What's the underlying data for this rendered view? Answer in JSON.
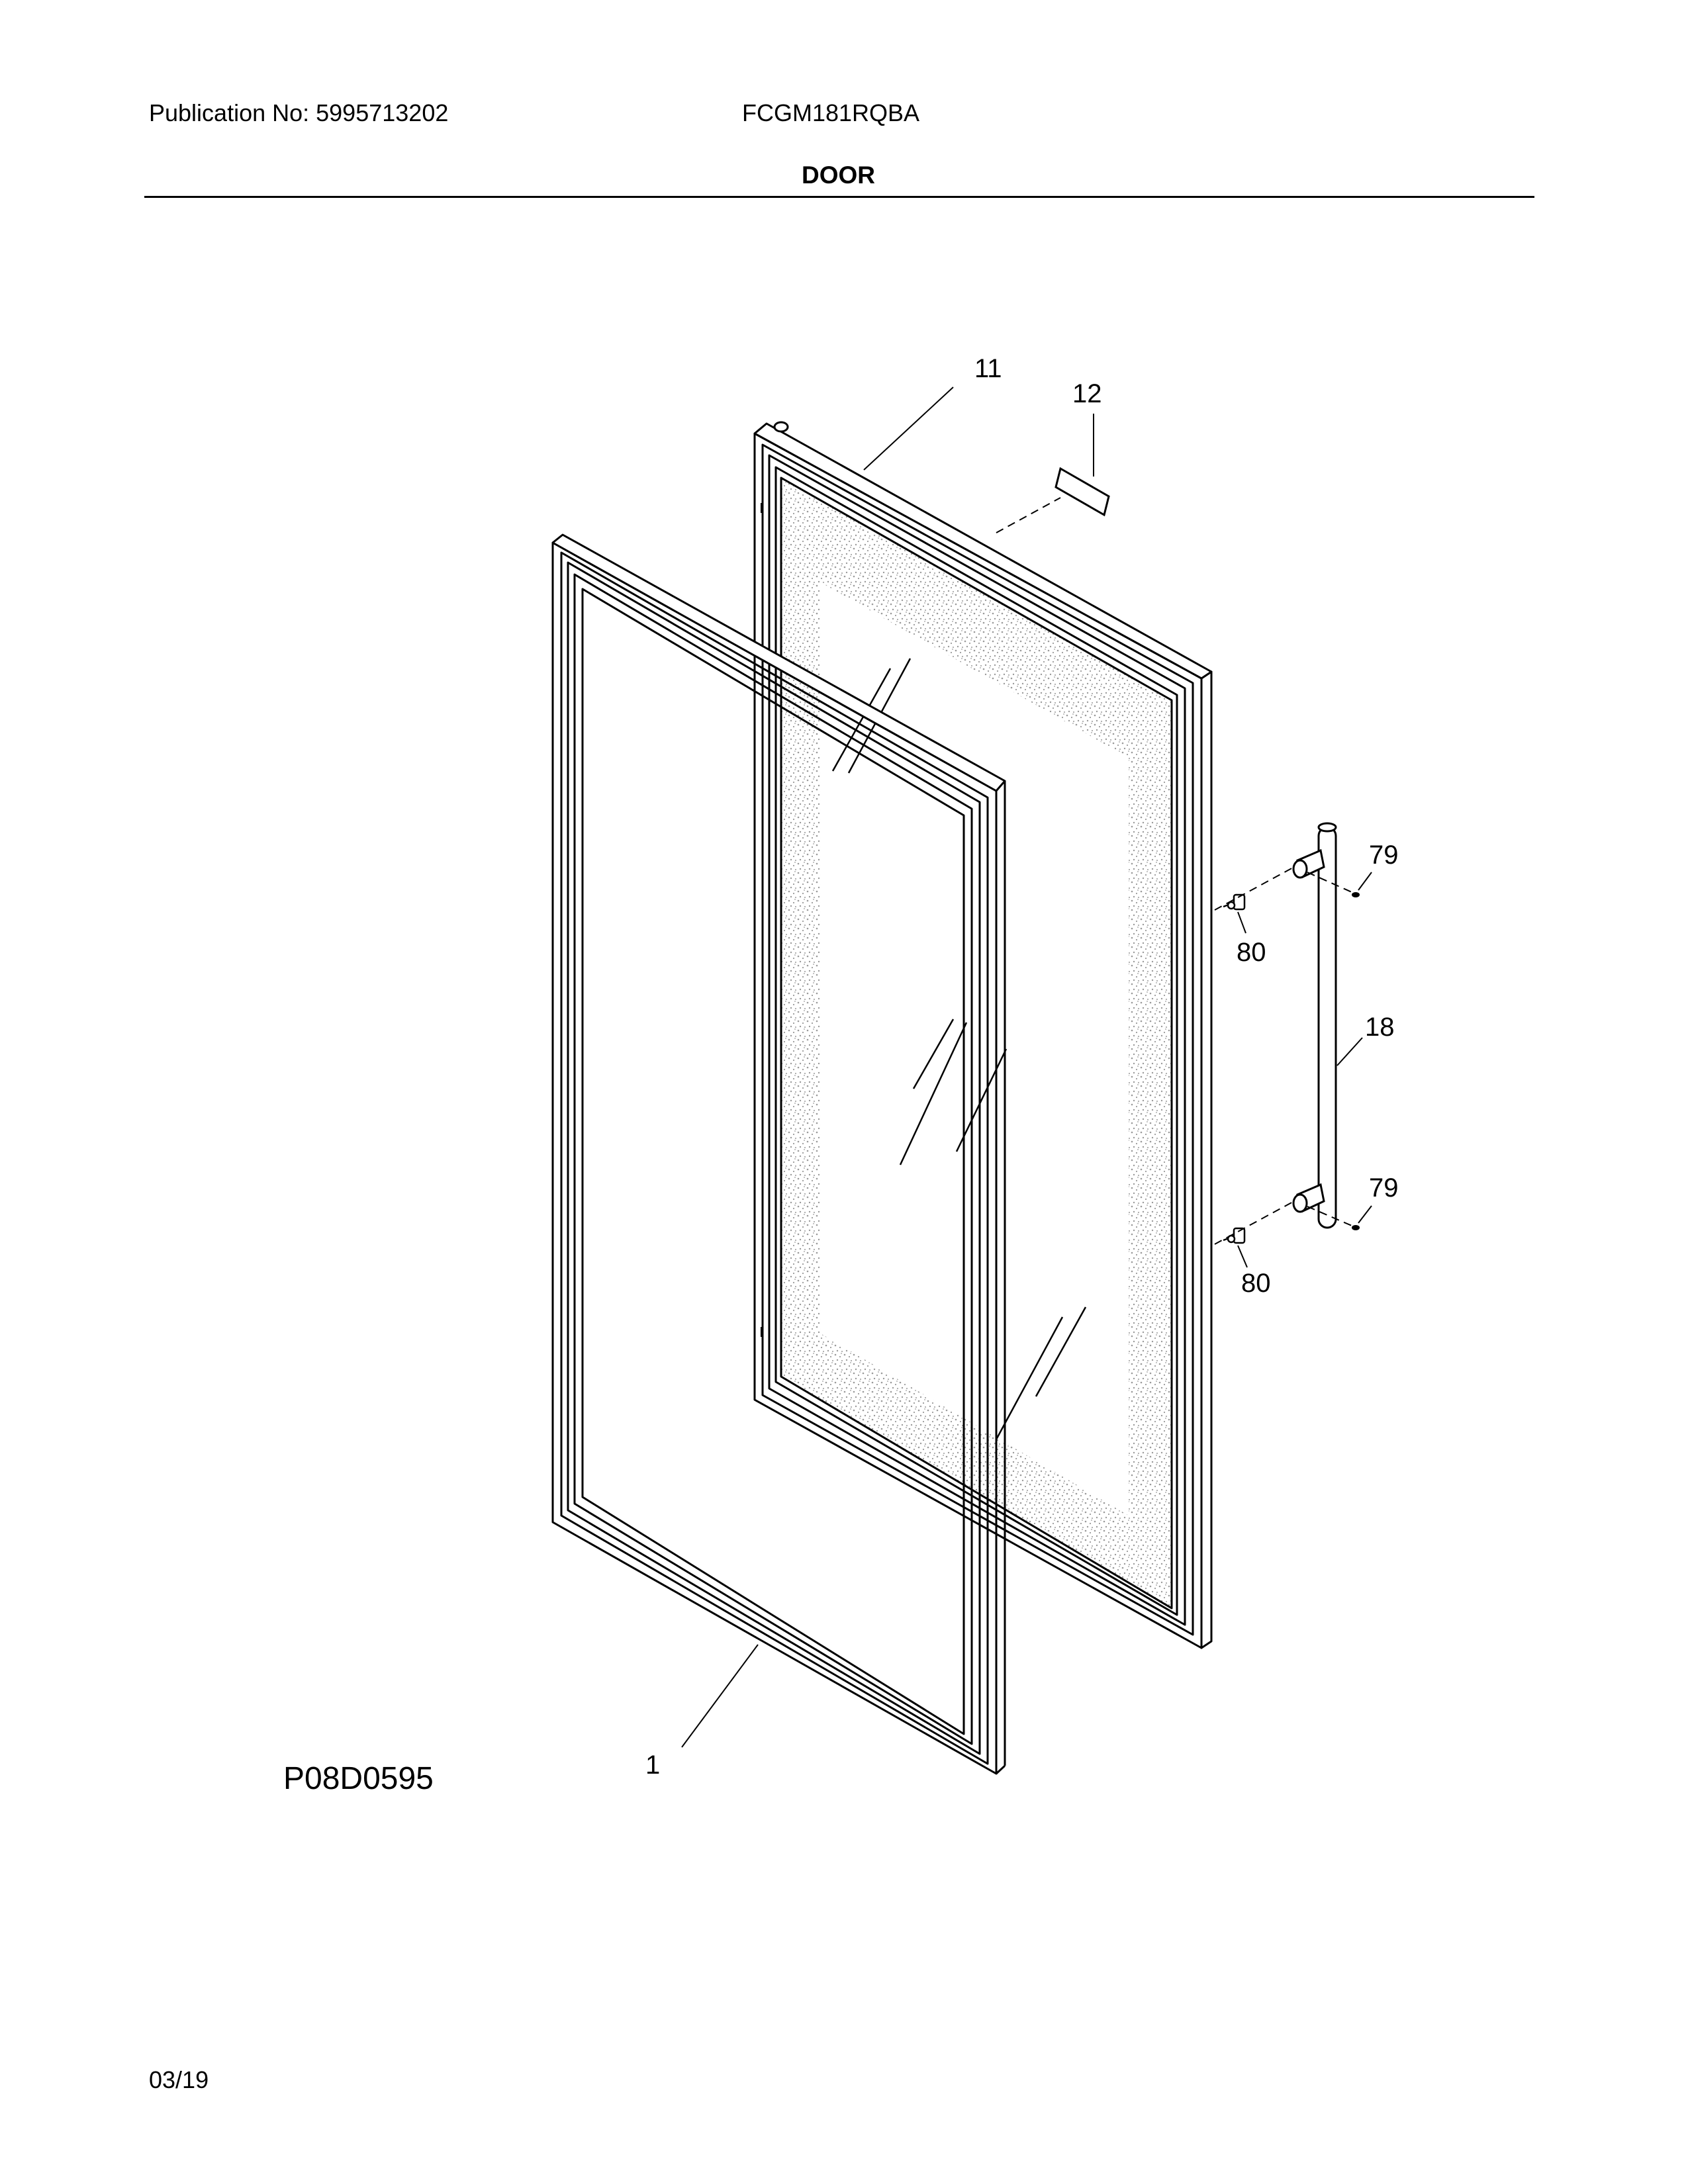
{
  "header": {
    "publication": "Publication No: 5995713202",
    "model": "FCGM181RQBA",
    "title": "DOOR"
  },
  "diagram": {
    "code": "P08D0595",
    "parts": [
      {
        "label": "11",
        "part": "door"
      },
      {
        "label": "12",
        "part": "label"
      },
      {
        "label": "1",
        "part": "gasket"
      },
      {
        "label": "18",
        "part": "handle"
      },
      {
        "label": "79",
        "part": "plug-upper"
      },
      {
        "label": "79",
        "part": "plug-lower"
      },
      {
        "label": "80",
        "part": "screw-upper"
      },
      {
        "label": "80",
        "part": "screw-lower"
      }
    ]
  },
  "footer": {
    "date_code": "03/19"
  },
  "colors": {
    "ink": "#000000",
    "stipple": "#9a9a9a",
    "paper": "#ffffff"
  }
}
